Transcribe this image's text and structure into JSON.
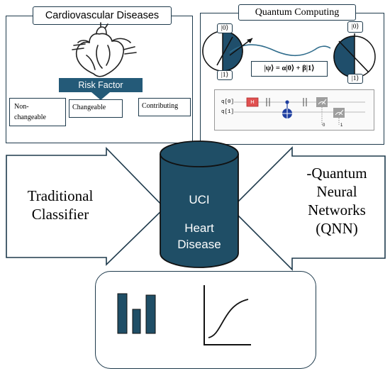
{
  "colors": {
    "navy": "#1e3a4c",
    "cylinder": "#1f4e66",
    "risk_bar": "#245a78",
    "qubit_fill": "#1f4e6b",
    "wave": "#2f6c8c",
    "h_gate": "#e05050",
    "cnot": "#1f3fa0",
    "measure": "#9e9e9e"
  },
  "cardio": {
    "title": "Cardiovascular Diseases",
    "risk_label": "Risk Factor",
    "box_nonchangeable": "Non-\nchangeable",
    "box_changeable": "Changeable",
    "box_contributing": "Contributing",
    "icon": "heart-icon"
  },
  "quantum": {
    "title": "Quantum Computing",
    "ket0_left": "|0⟩",
    "ket1_left": "|1⟩",
    "ket0_right": "|0⟩",
    "ket1_right": "|1⟩",
    "state_formula": "|ψ⟩ = α|0⟩ + β|1⟩",
    "wire_q0": "q[0]",
    "wire_q1": "q[1]",
    "h_gate": "H",
    "idx_0": "0",
    "idx_1": "1"
  },
  "classifier": {
    "traditional": "Traditional\nClassifier",
    "qnn": "-Quantum\nNeural\nNetworks\n(QNN)"
  },
  "cylinder": {
    "line1": "UCI",
    "line2": "Heart\nDisease"
  },
  "results": {
    "bar_icon": "bar-chart-icon",
    "curve_icon": "sigmoid-curve-icon"
  }
}
